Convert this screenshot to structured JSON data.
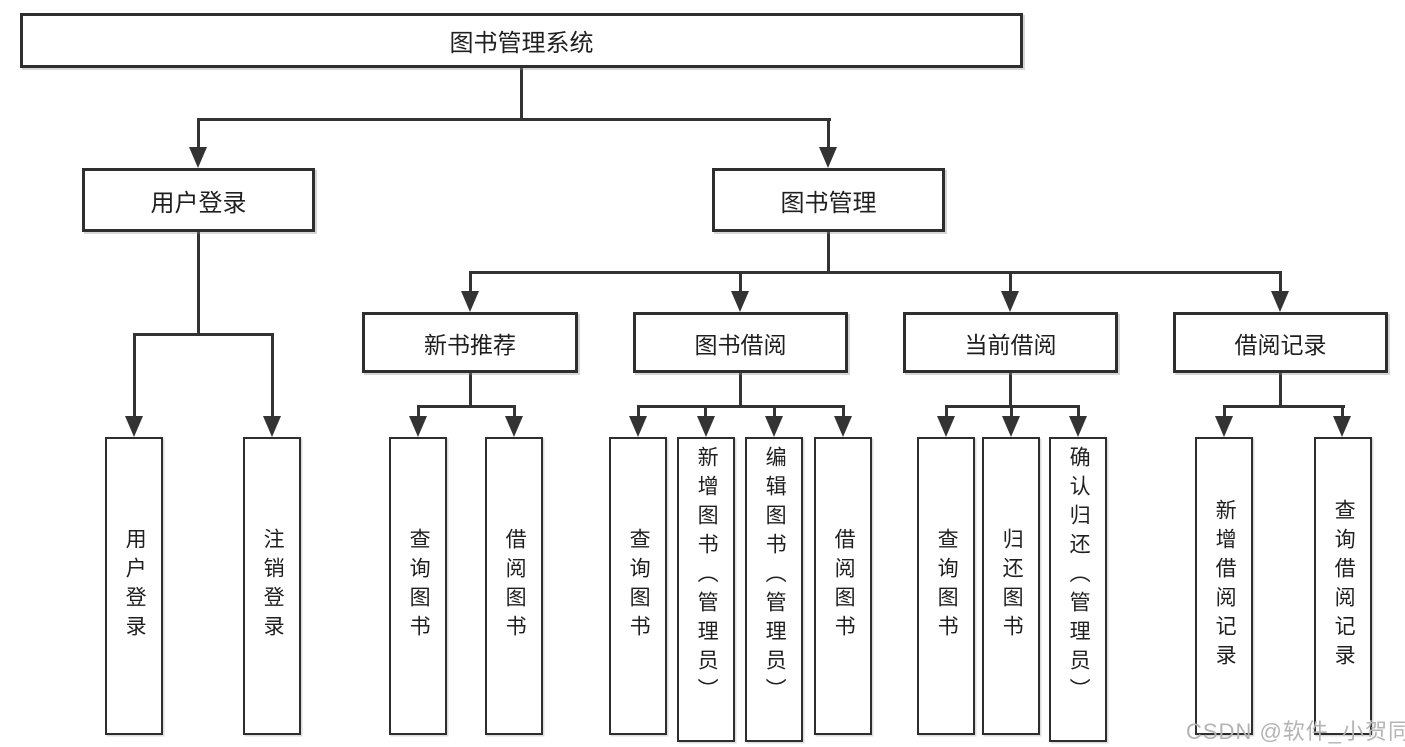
{
  "tree": {
    "root": {
      "label": "图书管理系统",
      "children": [
        {
          "label": "用户登录",
          "children": [
            {
              "label": "用户登录"
            },
            {
              "label": "注销登录"
            }
          ]
        },
        {
          "label": "图书管理",
          "children": [
            {
              "label": "新书推荐",
              "children": [
                {
                  "label": "查询图书"
                },
                {
                  "label": "借阅图书"
                }
              ]
            },
            {
              "label": "图书借阅",
              "children": [
                {
                  "label": "查询图书"
                },
                {
                  "label": "新增图书（管理员）"
                },
                {
                  "label": "编辑图书（管理员）"
                },
                {
                  "label": "借阅图书"
                }
              ]
            },
            {
              "label": "当前借阅",
              "children": [
                {
                  "label": "查询图书"
                },
                {
                  "label": "归还图书"
                },
                {
                  "label": "确认归还（管理员）"
                }
              ]
            },
            {
              "label": "借阅记录",
              "children": [
                {
                  "label": "新增借阅记录"
                },
                {
                  "label": "查询借阅记录"
                }
              ]
            }
          ]
        }
      ]
    }
  },
  "watermark": {
    "text": "CSDN @软件_小贺同学"
  },
  "colors": {
    "line": "#333333",
    "border": "#2e2e2e",
    "text": "#1f1f1f",
    "watermark": "#b4b4b4"
  }
}
